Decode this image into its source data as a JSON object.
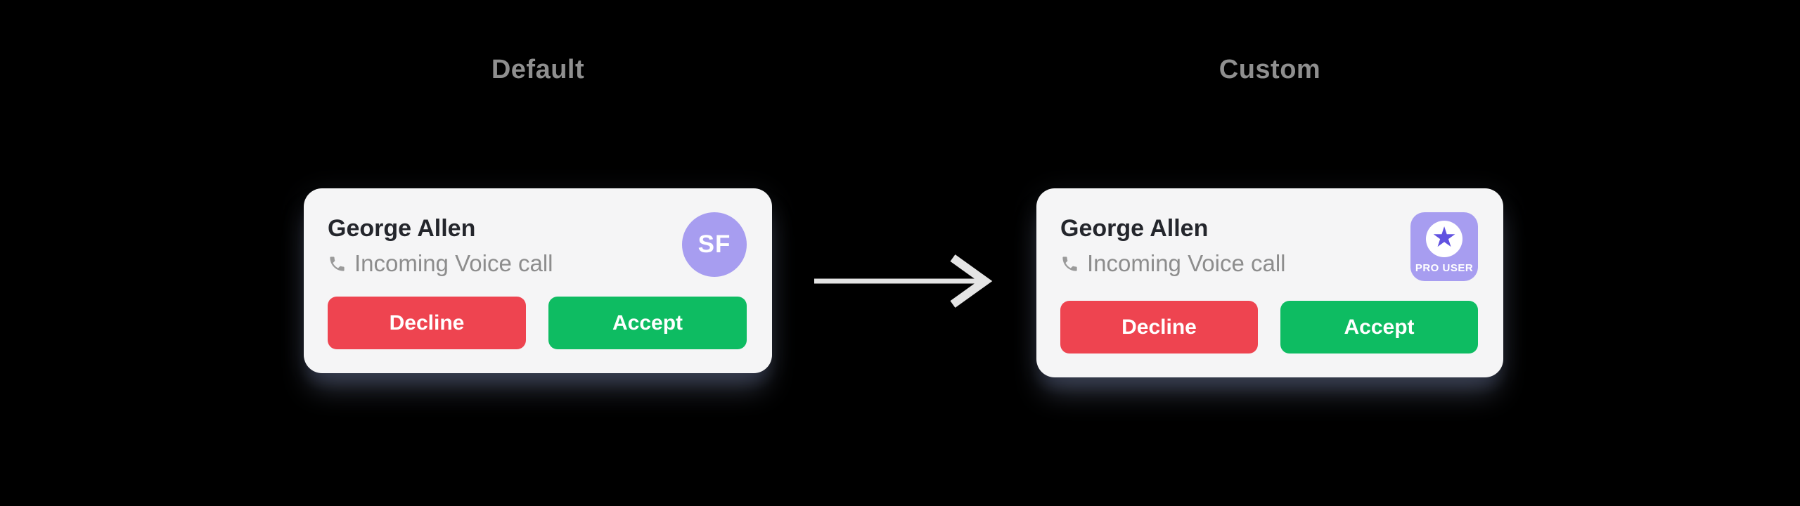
{
  "colors": {
    "background": "#000000",
    "section_title": "#8f8f8f",
    "card_background": "#f5f5f6",
    "caller_name": "#24262c",
    "call_type_text": "#8d8d8d",
    "decline_button": "#ee4450",
    "accept_button": "#0ebc62",
    "button_text": "#ffffff",
    "avatar_background": "#a79df0",
    "avatar_text": "#ffffff",
    "badge_background": "#a79df0",
    "badge_star": "#6152e0",
    "badge_text": "#ffffff",
    "arrow": "#e4e4e4"
  },
  "default_section": {
    "title": "Default",
    "card": {
      "caller_name": "George Allen",
      "call_type": "Incoming Voice call",
      "avatar_initials": "SF",
      "decline_label": "Decline",
      "accept_label": "Accept"
    }
  },
  "custom_section": {
    "title": "Custom",
    "card": {
      "caller_name": "George Allen",
      "call_type": "Incoming Voice call",
      "badge_label": "PRO USER",
      "star_icon": "★",
      "decline_label": "Decline",
      "accept_label": "Accept"
    }
  }
}
